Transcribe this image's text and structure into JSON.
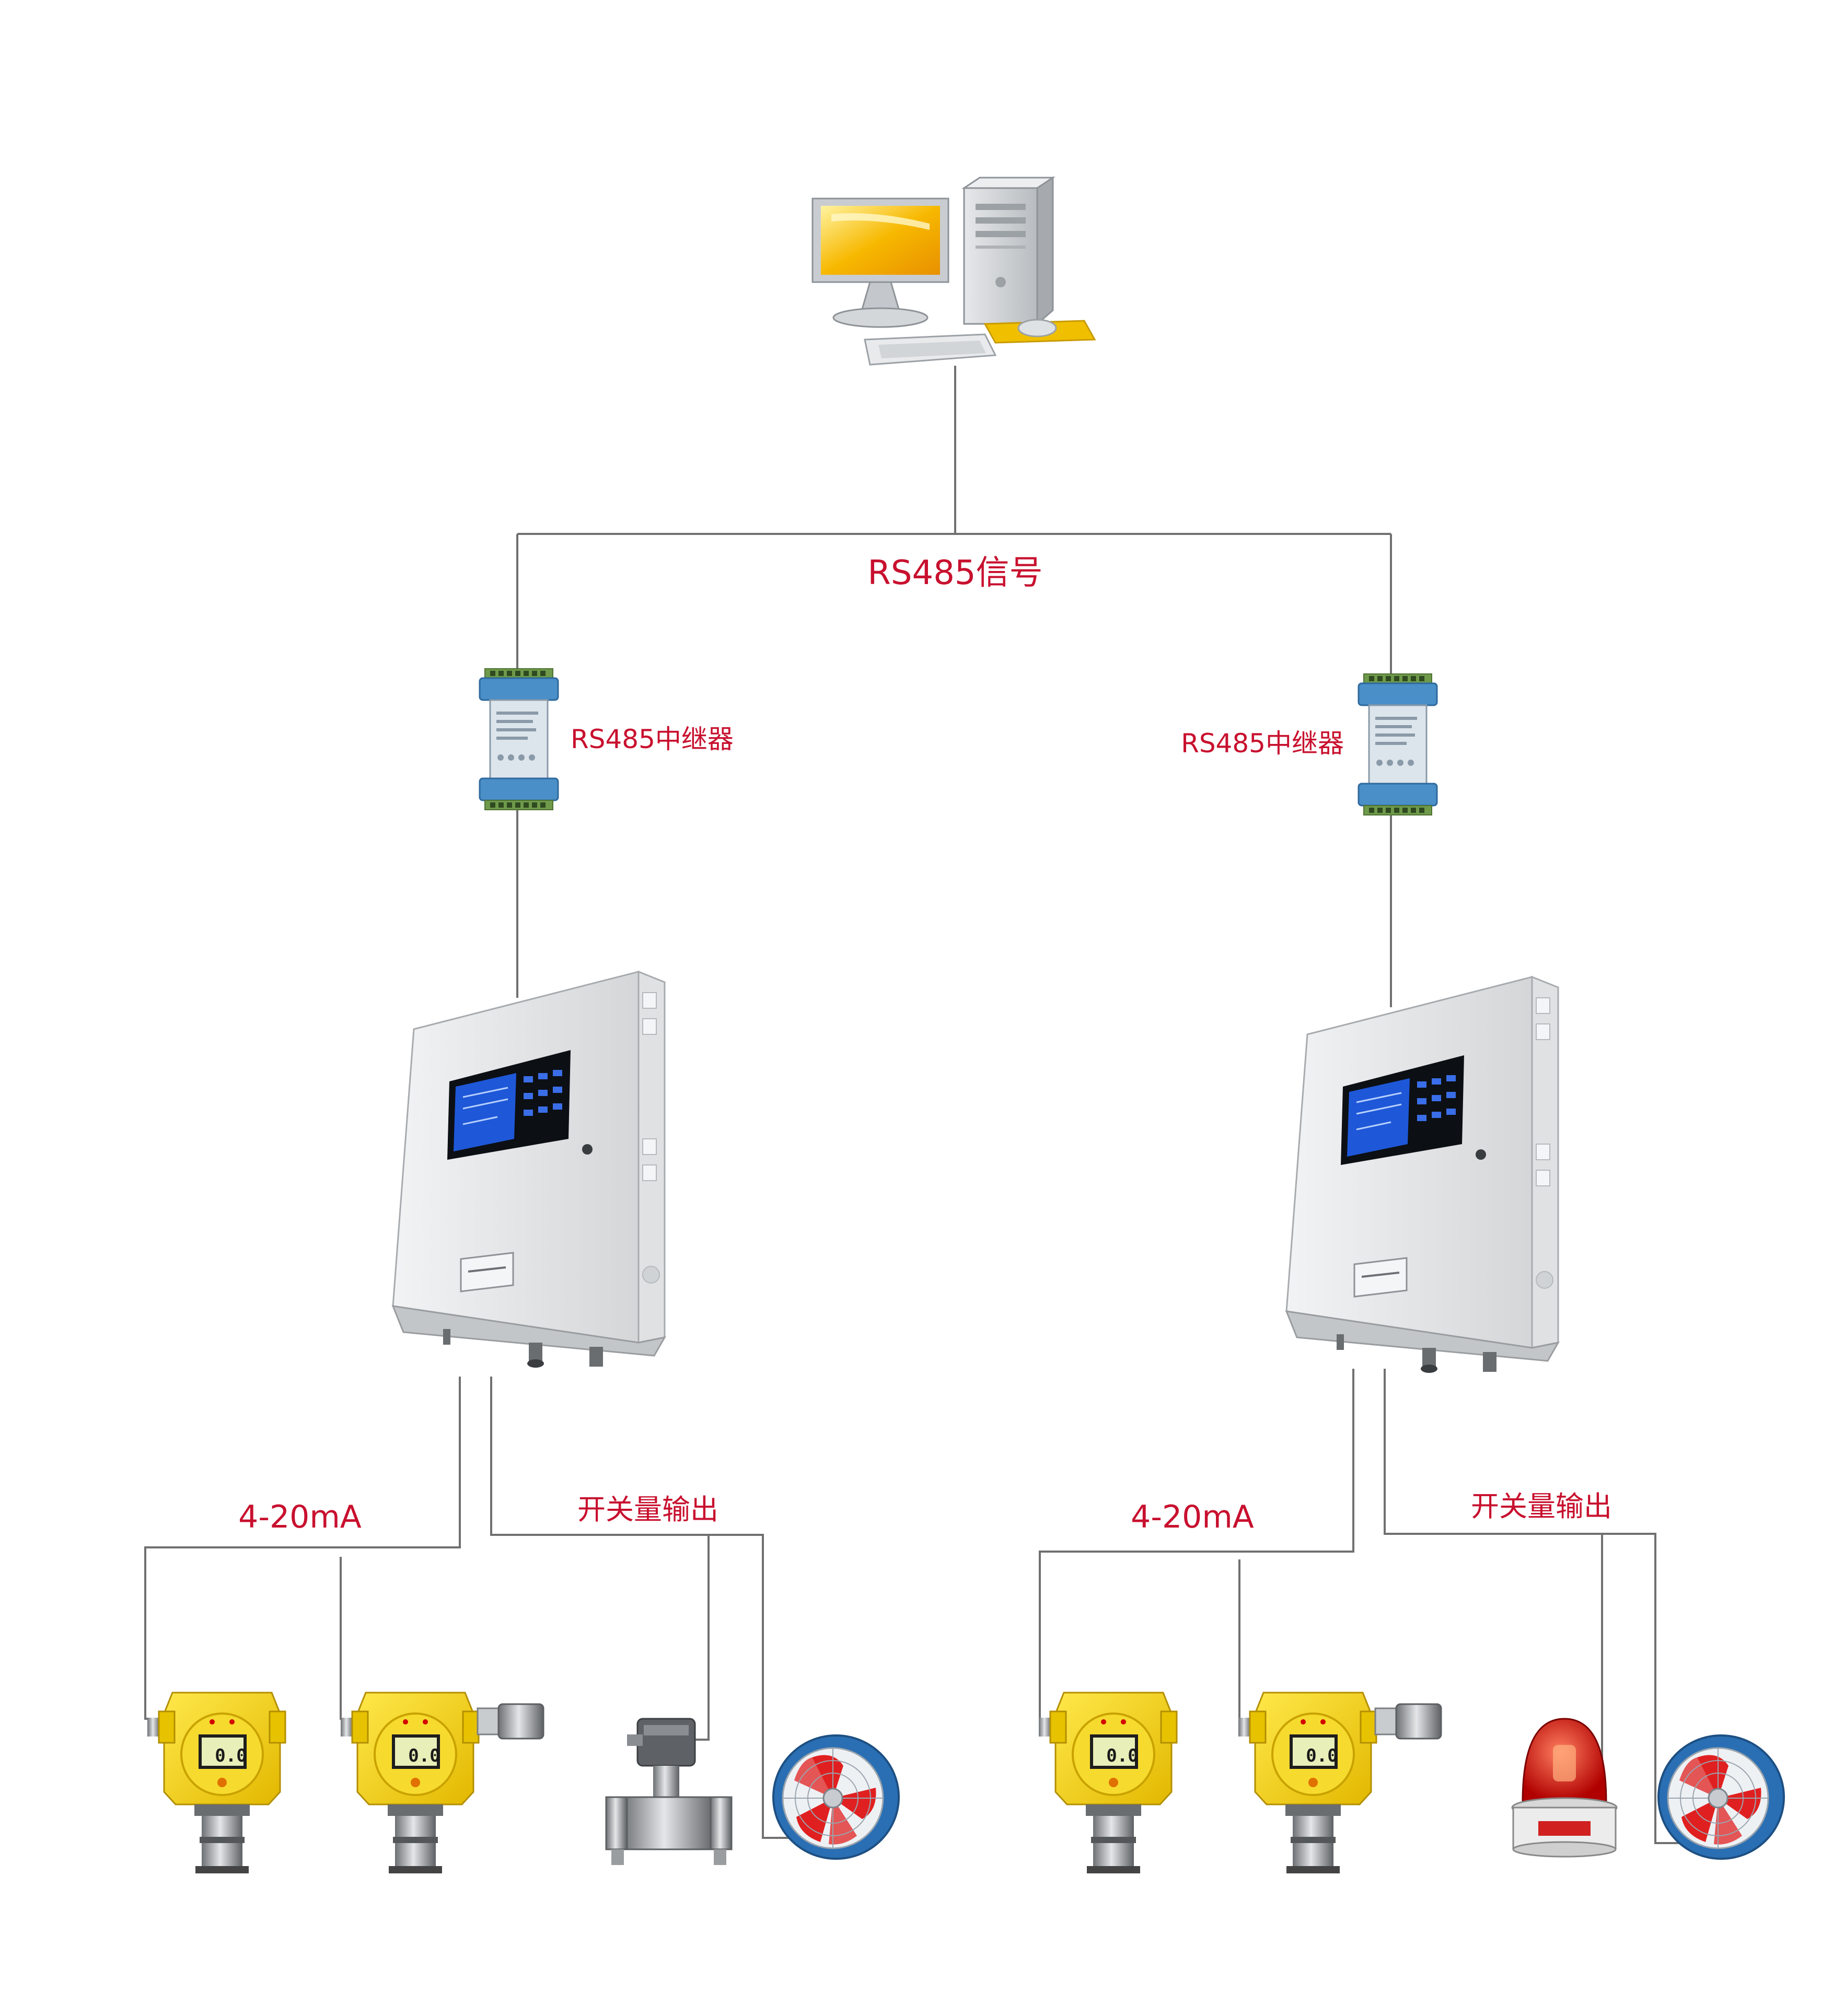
{
  "labels": {
    "bus": "RS485信号",
    "repeater_left": "RS485中继器",
    "repeater_right": "RS485中继器",
    "analog_left": "4-20mA",
    "analog_right": "4-20mA",
    "switch_left": "开关量输出",
    "switch_right": "开关量输出"
  },
  "detector_display": {
    "d1": "0.0",
    "d2": "0.0",
    "d3": "0.0",
    "d4": "0.0"
  },
  "colors": {
    "label": "#c8102e",
    "wire": "#707070",
    "detector_body": "#f3d21a",
    "repeater_body": "#4a8fc8",
    "controller_screen": "#1e58d8",
    "monitor_screen": "#f7b800"
  },
  "icons": {
    "host": "desktop-computer-icon",
    "repeater": "din-rail-module-icon",
    "controller": "wall-cabinet-controller-icon",
    "detector": "gas-detector-icon",
    "valve": "solenoid-valve-icon",
    "fan": "axial-fan-icon",
    "beacon": "warning-light-icon"
  }
}
